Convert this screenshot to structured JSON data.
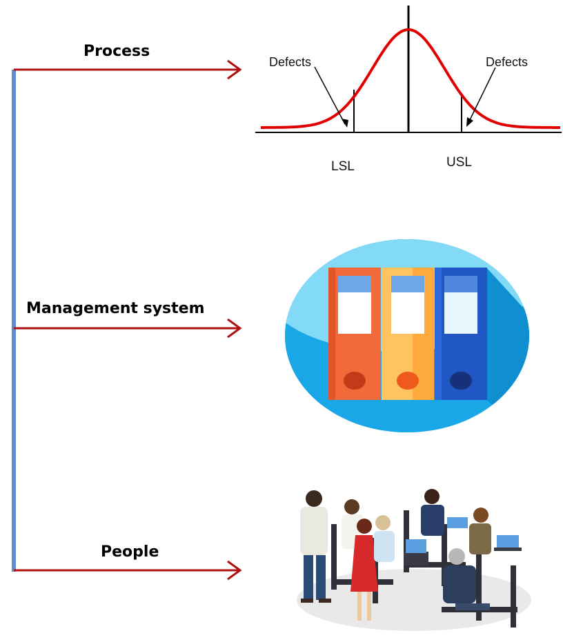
{
  "branches": [
    {
      "label": "Process"
    },
    {
      "label": "Management system"
    },
    {
      "label": "People"
    }
  ],
  "curve": {
    "left_defects": "Defects",
    "right_defects": "Defects",
    "lsl": "LSL",
    "usl": "USL"
  },
  "colors": {
    "trunk": "#5b8fd0",
    "arrow": "#b01010",
    "curve": "#e00000",
    "ellipse": "#26b2ec",
    "binder_red": "#f26a3a",
    "binder_orange": "#ffb84d",
    "binder_blue": "#1f56c4"
  },
  "icons": {
    "binders": "binders-icon",
    "audience": "people-training-icon"
  }
}
